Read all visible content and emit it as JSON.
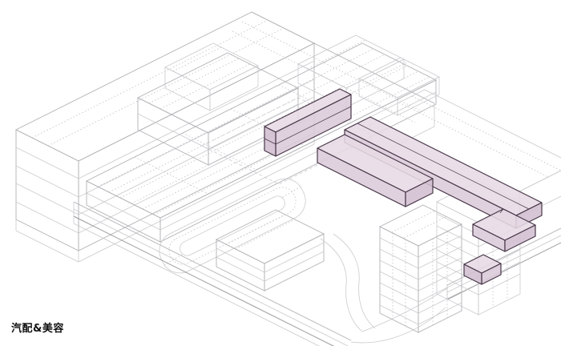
{
  "label": {
    "text": "汽配&美容"
  },
  "colors": {
    "background": "#ffffff",
    "wire_light": "#cbcbcf",
    "wire_mid": "#b2b2b6",
    "wire_dark": "#97979b",
    "wire_dotted": "#bfbfc3",
    "highlight_top": "#e7dae5",
    "highlight_side": "#dccbd9",
    "highlight_end": "#d2bfd0",
    "highlight_stroke": "#473648",
    "label_color": "#111111"
  },
  "highlighted_volumes": [
    {
      "name": "short-roof-bar"
    },
    {
      "name": "long-l-shaped-bar"
    },
    {
      "name": "small-annex-box"
    }
  ]
}
